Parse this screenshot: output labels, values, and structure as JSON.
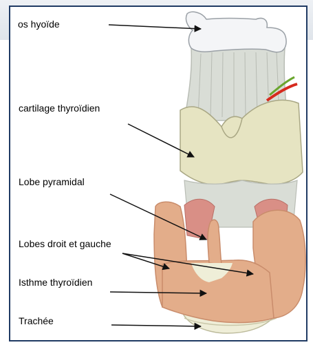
{
  "labels": {
    "hyoid": "os hyoïde",
    "thyroid_cartilage": "cartilage thyroïdien",
    "pyramidal_lobe": "Lobe pyramidal",
    "lobes": "Lobes droit et gauche",
    "isthmus": "Isthme thyroïdien",
    "trachea": "Trachée"
  },
  "colors": {
    "frame": "#1f3a63",
    "hyoid": "#f4f5f7",
    "membrane": "#d9ddd6",
    "cartilage": "#e6e4c2",
    "trachea": "#efeed8",
    "gland": "#e3ad8a",
    "gland_edge": "#c98c6b",
    "muscle": "#d98f86",
    "artery": "#d62a1e",
    "nerve": "#6aa62e",
    "arrow": "#111111"
  }
}
